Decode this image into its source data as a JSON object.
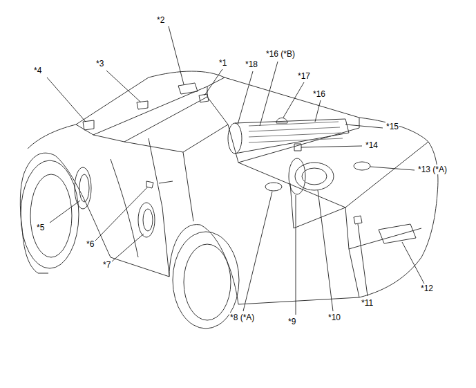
{
  "diagram": {
    "labels": [
      "*4",
      "*3",
      "*2",
      "*1",
      "*18",
      "*16 (*B)",
      "*17",
      "*16",
      "*15",
      "*14",
      "*13 (*A)",
      "*5",
      "*6",
      "*7",
      "*8 (*A)",
      "*9",
      "*10",
      "*11",
      "*12"
    ]
  }
}
